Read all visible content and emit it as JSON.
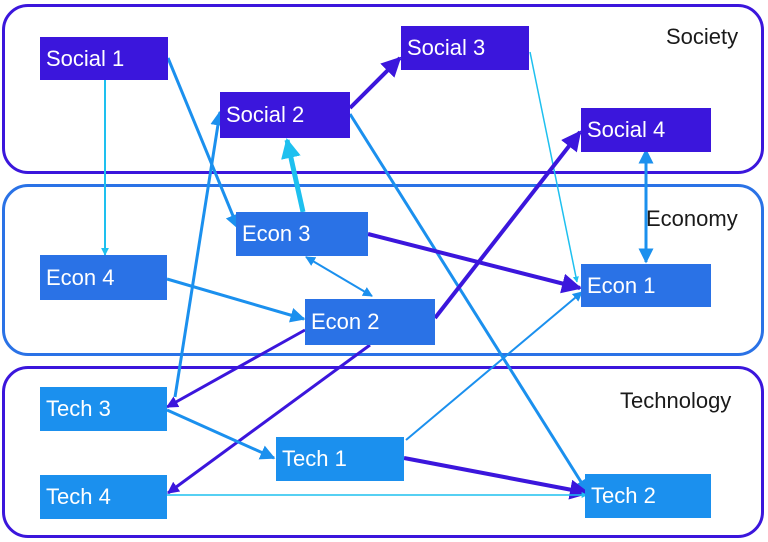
{
  "colors": {
    "society": "#3b16dc",
    "economy": "#2a72e6",
    "tech": "#1b90ee",
    "cyan": "#1ec0ef"
  },
  "bands": {
    "society": {
      "title": "Society"
    },
    "economy": {
      "title": "Economy"
    },
    "technology": {
      "title": "Technology"
    }
  },
  "nodes": {
    "social1": "Social 1",
    "social2": "Social 2",
    "social3": "Social 3",
    "social4": "Social 4",
    "econ1": "Econ 1",
    "econ2": "Econ 2",
    "econ3": "Econ 3",
    "econ4": "Econ 4",
    "tech1": "Tech 1",
    "tech2": "Tech 2",
    "tech3": "Tech 3",
    "tech4": "Tech 4"
  }
}
